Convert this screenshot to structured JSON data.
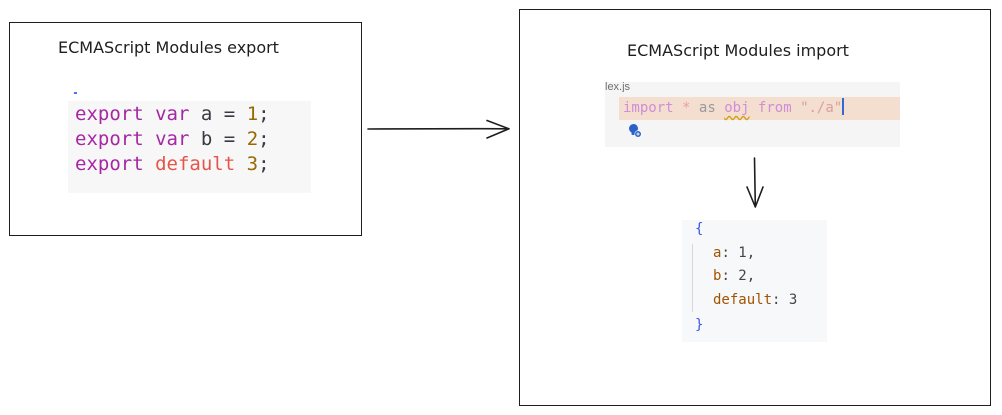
{
  "export_box": {
    "title": "ECMAScript Modules export",
    "code": {
      "line1": {
        "kw": "export",
        "kw2": "var",
        "ident": "a",
        "op": "=",
        "num": "1",
        "semi": ";"
      },
      "line2": {
        "kw": "export",
        "kw2": "var",
        "ident": "b",
        "op": "=",
        "num": "2",
        "semi": ";"
      },
      "line3": {
        "kw": "export",
        "kw2": "default",
        "num": "3",
        "semi": ";"
      }
    }
  },
  "import_box": {
    "title": "ECMAScript Modules import",
    "editor": {
      "tab_label": "lex.js",
      "kw_import": "import",
      "star": "*",
      "kw_as": "as",
      "ident": "obj",
      "kw_from": "from",
      "path": "\"./a\""
    },
    "result": {
      "open": "{",
      "close": "}",
      "props": [
        {
          "key": "a",
          "value": "1",
          "sep": ","
        },
        {
          "key": "b",
          "value": "2",
          "sep": ","
        },
        {
          "key": "default",
          "value": "3",
          "sep": ""
        }
      ]
    }
  },
  "colors": {
    "stroke": "#1e1e1e",
    "keyword": "#a626a4",
    "keyword_default": "#e45649",
    "number": "#986801",
    "editor_highlight": "#f3ded0",
    "brace": "#3b55e6",
    "prop_key": "#a35200"
  },
  "icons": {
    "editor_hint": "lightbulb-icon",
    "arrow_right": "arrow-right",
    "arrow_down": "arrow-down"
  }
}
